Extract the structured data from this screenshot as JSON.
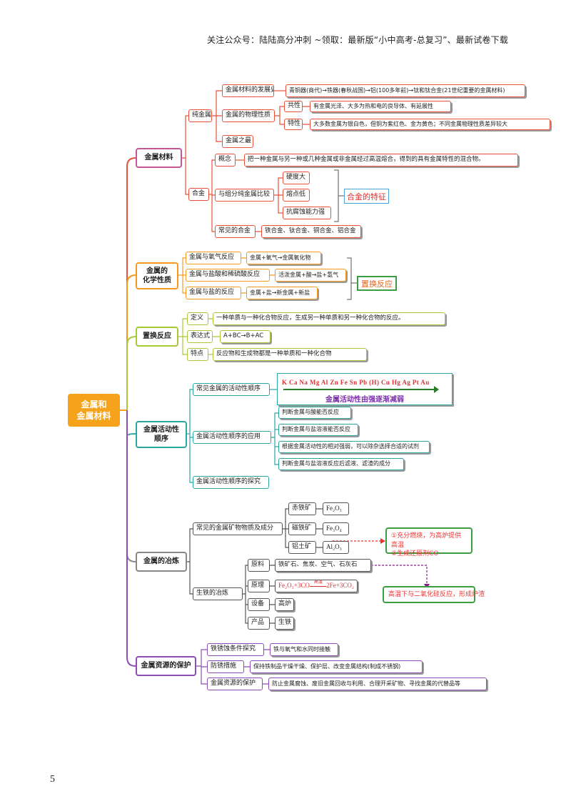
{
  "header": "关注公众号：陆陆高分冲刺 ~领取：最新版“小中高考-总复习”、最新试卷下载",
  "page_number": "5",
  "root": "金属和\n金属材料",
  "sections": {
    "materials": {
      "title": "金属材料",
      "pure_metal": "纯金属",
      "history": "金属材料的发展史",
      "history_text": "青铜器(商代)→铁器(春秋战国)→铝(100多年前)→钛和钛合金(21世纪重要的金属材料)",
      "physical": "金属的物理性质",
      "common": "共性",
      "common_text": "有金属光泽、大多为热和电的良导体、有延展性",
      "special": "特性",
      "special_text": "大多数金属为银白色，但铜为紫红色、金为黄色；不同金属物理性质差异较大",
      "best": "金属之最",
      "alloy": "合金",
      "concept": "概念",
      "concept_text": "把一种金属与另一种或几种金属或非金属经过高温熔合，得到的具有金属特性的混合物。",
      "compare": "与组分纯金属比较",
      "hardness": "硬度大",
      "melting": "熔点低",
      "corrosion": "抗腐蚀能力强",
      "alloy_feature": "合金的特征",
      "common_alloys": "常见的合金",
      "common_alloys_text": "铁合金、钛合金、铜合金、铝合金"
    },
    "chemical": {
      "title": "金属的\n化学性质",
      "oxygen": "金属与氧气反应",
      "oxygen_text": "金属+氧气→金属氧化物",
      "acid": "金属与盐酸和稀硫酸反应",
      "acid_text": "活泼金属+酸→盐+氢气",
      "salt": "金属与盐的反应",
      "salt_text": "金属+盐→新金属+新盐",
      "displacement": "置换反应"
    },
    "displacement": {
      "title": "置换反应",
      "definition": "定义",
      "definition_text": "一种单质与一种化合物反应，生成另一种单质和另一种化合物的反应。",
      "expression": "表达式",
      "expression_text": "A+BC→B+AC",
      "feature": "特点",
      "feature_text": "反应物和生成物都是一种单质和一种化合物"
    },
    "activity": {
      "title": "金属活动性\n顺序",
      "common_seq": "常见金属的活动性顺序",
      "metals": "K Ca Na Mg Al Zn Fe Sn Pb (H) Cu Hg Ag Pt Au",
      "seq_caption": "金属活动性由强逐渐减弱",
      "application": "金属活动性顺序的应用",
      "app1": "判断金属与酸能否反应",
      "app2": "判断金属与盐溶液能否反应",
      "app3": "根据金属活动性的相对强弱，可以除杂选择合适的试剂",
      "app4": "判断金属与盐溶液反应后滤液、滤渣的成分",
      "explore": "金属活动性顺序的探究"
    },
    "smelting": {
      "title": "金属的冶炼",
      "ores": "常见的金属矿物物质及成分",
      "hematite": "赤铁矿",
      "hematite_formula": "Fe₂O₃",
      "magnetite": "磁铁矿",
      "magnetite_formula": "Fe₃O₄",
      "bauxite": "铝土矿",
      "bauxite_formula": "Al₂O₃",
      "note1": "①充分燃烧，为高炉提供高温\n②生成还原剂CO",
      "note2": "高温下与二氧化硅反应，形成炉渣",
      "pig_iron": "生铁的冶炼",
      "raw": "原料",
      "raw_text": "铁矿石、焦炭、空气、石灰石",
      "principle": "原理",
      "principle_text": "Fe₂O₃+3CO",
      "principle_cond": "高温",
      "principle_product": "2Fe+3CO₂",
      "equipment": "设备",
      "equipment_text": "高炉",
      "product": "产品",
      "product_text": "生铁"
    },
    "protection": {
      "title": "金属资源的保护",
      "rust": "铁锈蚀条件探究",
      "rust_text": "铁与氧气和水同时接触",
      "prevent": "防锈措施",
      "prevent_text": "保持铁制品干燥干燥、保护层、改变金属结构(制成不锈钢)",
      "protect": "金属资源的保护",
      "protect_text": "防止金属腐蚀、废旧金属回收与利用、合理开采矿物、寻找金属的代替品等"
    }
  },
  "colors": {
    "root": "#f5a31a",
    "materials": "#e8513a",
    "chemical": "#f39a1e",
    "displacement": "#a8c83a",
    "activity": "#2aa7a0",
    "smelting": "#7a7a7a",
    "protection": "#8e4db5"
  }
}
